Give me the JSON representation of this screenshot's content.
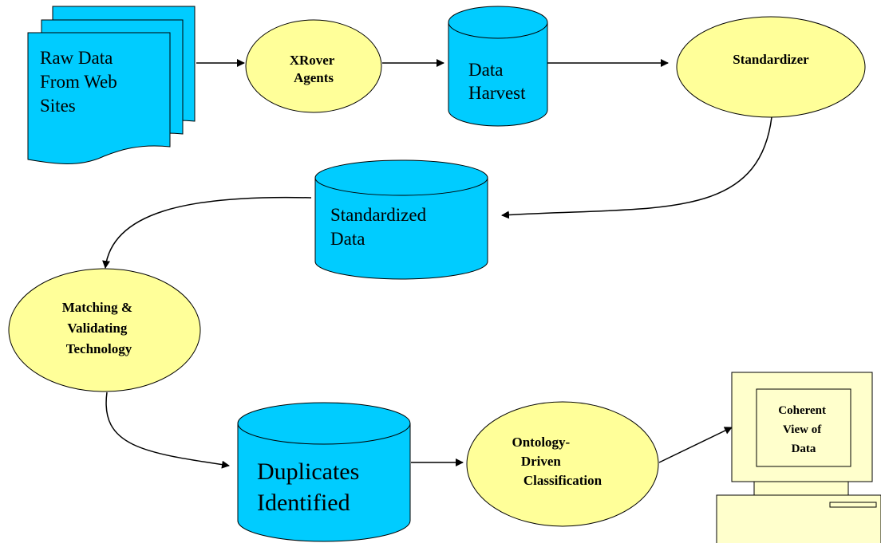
{
  "colors": {
    "data_store_fill": "#00ccff",
    "process_fill": "#ffff99",
    "terminal_fill": "#ffffcc",
    "stroke": "#000000",
    "background": "#ffffff"
  },
  "nodes": {
    "raw_data": {
      "shape": "multi-document",
      "lines": [
        "Raw Data",
        "From Web",
        "Sites"
      ]
    },
    "xrover": {
      "shape": "ellipse",
      "lines": [
        "XRover",
        "Agents"
      ]
    },
    "data_harvest": {
      "shape": "cylinder",
      "lines": [
        "Data",
        "Harvest"
      ]
    },
    "standardizer": {
      "shape": "ellipse",
      "lines": [
        "Standardizer"
      ]
    },
    "standardized_data": {
      "shape": "cylinder",
      "lines": [
        "Standardized",
        "Data"
      ]
    },
    "matching": {
      "shape": "ellipse",
      "lines": [
        "Matching &",
        "Validating",
        "Technology"
      ]
    },
    "duplicates": {
      "shape": "cylinder",
      "lines": [
        "Duplicates",
        "Identified"
      ]
    },
    "ontology": {
      "shape": "ellipse",
      "lines": [
        "Ontology-",
        "Driven",
        "Classification"
      ]
    },
    "coherent_view": {
      "shape": "computer-monitor",
      "lines": [
        "Coherent",
        "View of",
        "Data"
      ]
    }
  },
  "edges": [
    {
      "from": "raw_data",
      "to": "xrover"
    },
    {
      "from": "xrover",
      "to": "data_harvest"
    },
    {
      "from": "data_harvest",
      "to": "standardizer"
    },
    {
      "from": "standardizer",
      "to": "standardized_data"
    },
    {
      "from": "standardized_data",
      "to": "matching"
    },
    {
      "from": "matching",
      "to": "duplicates"
    },
    {
      "from": "duplicates",
      "to": "ontology"
    },
    {
      "from": "ontology",
      "to": "coherent_view"
    }
  ]
}
